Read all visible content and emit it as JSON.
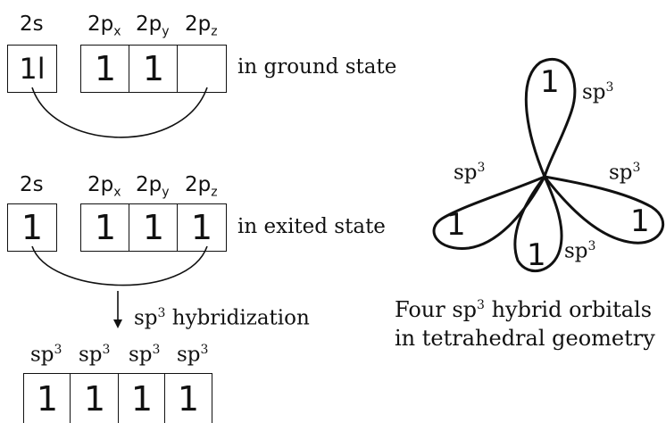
{
  "ground": {
    "labels": [
      {
        "base": "2s",
        "sub": ""
      },
      {
        "base": "2p",
        "sub": "x"
      },
      {
        "base": "2p",
        "sub": "y"
      },
      {
        "base": "2p",
        "sub": "z"
      }
    ],
    "cells": [
      "1l",
      "1",
      "1",
      ""
    ],
    "state_text": "in ground state"
  },
  "excited": {
    "labels": [
      {
        "base": "2s",
        "sub": ""
      },
      {
        "base": "2p",
        "sub": "x"
      },
      {
        "base": "2p",
        "sub": "y"
      },
      {
        "base": "2p",
        "sub": "z"
      }
    ],
    "cells": [
      "1",
      "1",
      "1",
      "1"
    ],
    "state_text": "in exited state"
  },
  "hybridization": {
    "arrow_label_base": "sp",
    "arrow_label_sup": "3",
    "arrow_label_rest": " hybridization",
    "labels": [
      {
        "base": "sp",
        "sup": "3"
      },
      {
        "base": "sp",
        "sup": "3"
      },
      {
        "base": "sp",
        "sup": "3"
      },
      {
        "base": "sp",
        "sup": "3"
      }
    ],
    "cells": [
      "1",
      "1",
      "1",
      "1"
    ]
  },
  "tetrahedral": {
    "lobe_labels": [
      {
        "base": "sp",
        "sup": "3"
      },
      {
        "base": "sp",
        "sup": "3"
      },
      {
        "base": "sp",
        "sup": "3"
      },
      {
        "base": "sp",
        "sup": "3"
      }
    ],
    "lobe_values": [
      "1",
      "1",
      "1",
      "1"
    ],
    "caption_line1_a": "Four sp",
    "caption_line1_sup": "3",
    "caption_line1_b": " hybrid orbitals",
    "caption_line2": "in tetrahedral geometry"
  }
}
